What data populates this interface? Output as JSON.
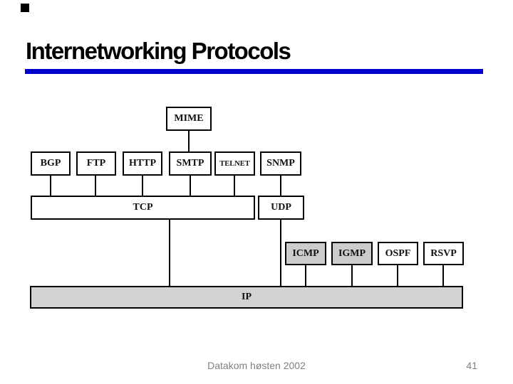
{
  "slide": {
    "title": "Internetworking Protocols",
    "footer": {
      "center_text": "Datakom høsten 2002",
      "page_number": "41"
    }
  },
  "colors": {
    "title_text": "#000000",
    "title_underline": "#0000CE",
    "box_border": "#000000",
    "box_fill_white": "#FFFFFF",
    "box_fill_gray": "#CCCCCC",
    "ip_fill_gray": "#D3D3D3",
    "footer_text": "#808080"
  },
  "diagram": {
    "type": "protocol-stack",
    "boxes": {
      "mime": "MIME",
      "bgp": "BGP",
      "ftp": "FTP",
      "http": "HTTP",
      "smtp": "SMTP",
      "telnet": "TELNET",
      "snmp": "SNMP",
      "tcp": "TCP",
      "udp": "UDP",
      "icmp": "ICMP",
      "igmp": "IGMP",
      "ospf": "OSPF",
      "rsvp": "RSVP",
      "ip": "IP"
    },
    "connections": [
      {
        "from": "MIME",
        "to": "SMTP"
      },
      {
        "from": "BGP",
        "to": "TCP"
      },
      {
        "from": "FTP",
        "to": "TCP"
      },
      {
        "from": "HTTP",
        "to": "TCP"
      },
      {
        "from": "SMTP",
        "to": "TCP"
      },
      {
        "from": "TELNET",
        "to": "TCP"
      },
      {
        "from": "SNMP",
        "to": "UDP"
      },
      {
        "from": "TCP",
        "to": "IP"
      },
      {
        "from": "UDP",
        "to": "IP"
      },
      {
        "from": "ICMP",
        "to": "IP"
      },
      {
        "from": "IGMP",
        "to": "IP"
      },
      {
        "from": "OSPF",
        "to": "IP"
      },
      {
        "from": "RSVP",
        "to": "IP"
      }
    ]
  }
}
